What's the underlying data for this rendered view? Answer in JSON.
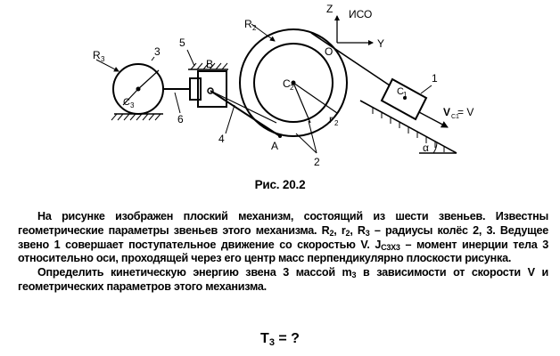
{
  "figure": {
    "labels": {
      "frame": "ИСО",
      "axis_z": "Z",
      "axis_y": "Y",
      "origin": "O",
      "R3": "R",
      "R3_sub": "3",
      "C3": "C",
      "C3_sub": "3",
      "link3": "3",
      "link5": "5",
      "point_b": "B",
      "link6": "6",
      "link4": "4",
      "R2": "R",
      "R2_sub": "2",
      "C2": "C",
      "C2_sub": "2",
      "r2": "r",
      "r2_sub": "2",
      "point_a": "A",
      "link2": "2",
      "C1": "C",
      "C1_sub": "1",
      "link1": "1",
      "velocity_v": "V",
      "velocity_sub": "C1",
      "velocity_eq": " = V",
      "alpha": "α"
    }
  },
  "caption": "Рис. 20.2",
  "problem": {
    "p1": {
      "t1": "На рисунке изображен плоский механизм, состоящий из шести звеньев. Известны геометрические параметры звеньев этого механизма. R",
      "s1": "2",
      "t2": ", r",
      "s2": "2",
      "t3": ", R",
      "s3": "3",
      "t4": " – радиусы колёс 2, 3. Ведущее звено 1 совершает поступательное движение со скоростью ",
      "v": "V",
      "t5": ". J",
      "s4": "C3X3",
      "t6": " – момент инерции тела 3 относительно оси, проходящей через его центр масс перпендикулярно плоскости рисунка."
    },
    "p2": {
      "t1": "Определить кинетическую энергию звена 3 массой m",
      "s1": "3",
      "t2": " в зависимости от скорости ",
      "v": "V",
      "t3": " и геометрических параметров этого механизма."
    }
  },
  "answer": {
    "t": "T",
    "sub": "3",
    "rest": " = ?"
  }
}
